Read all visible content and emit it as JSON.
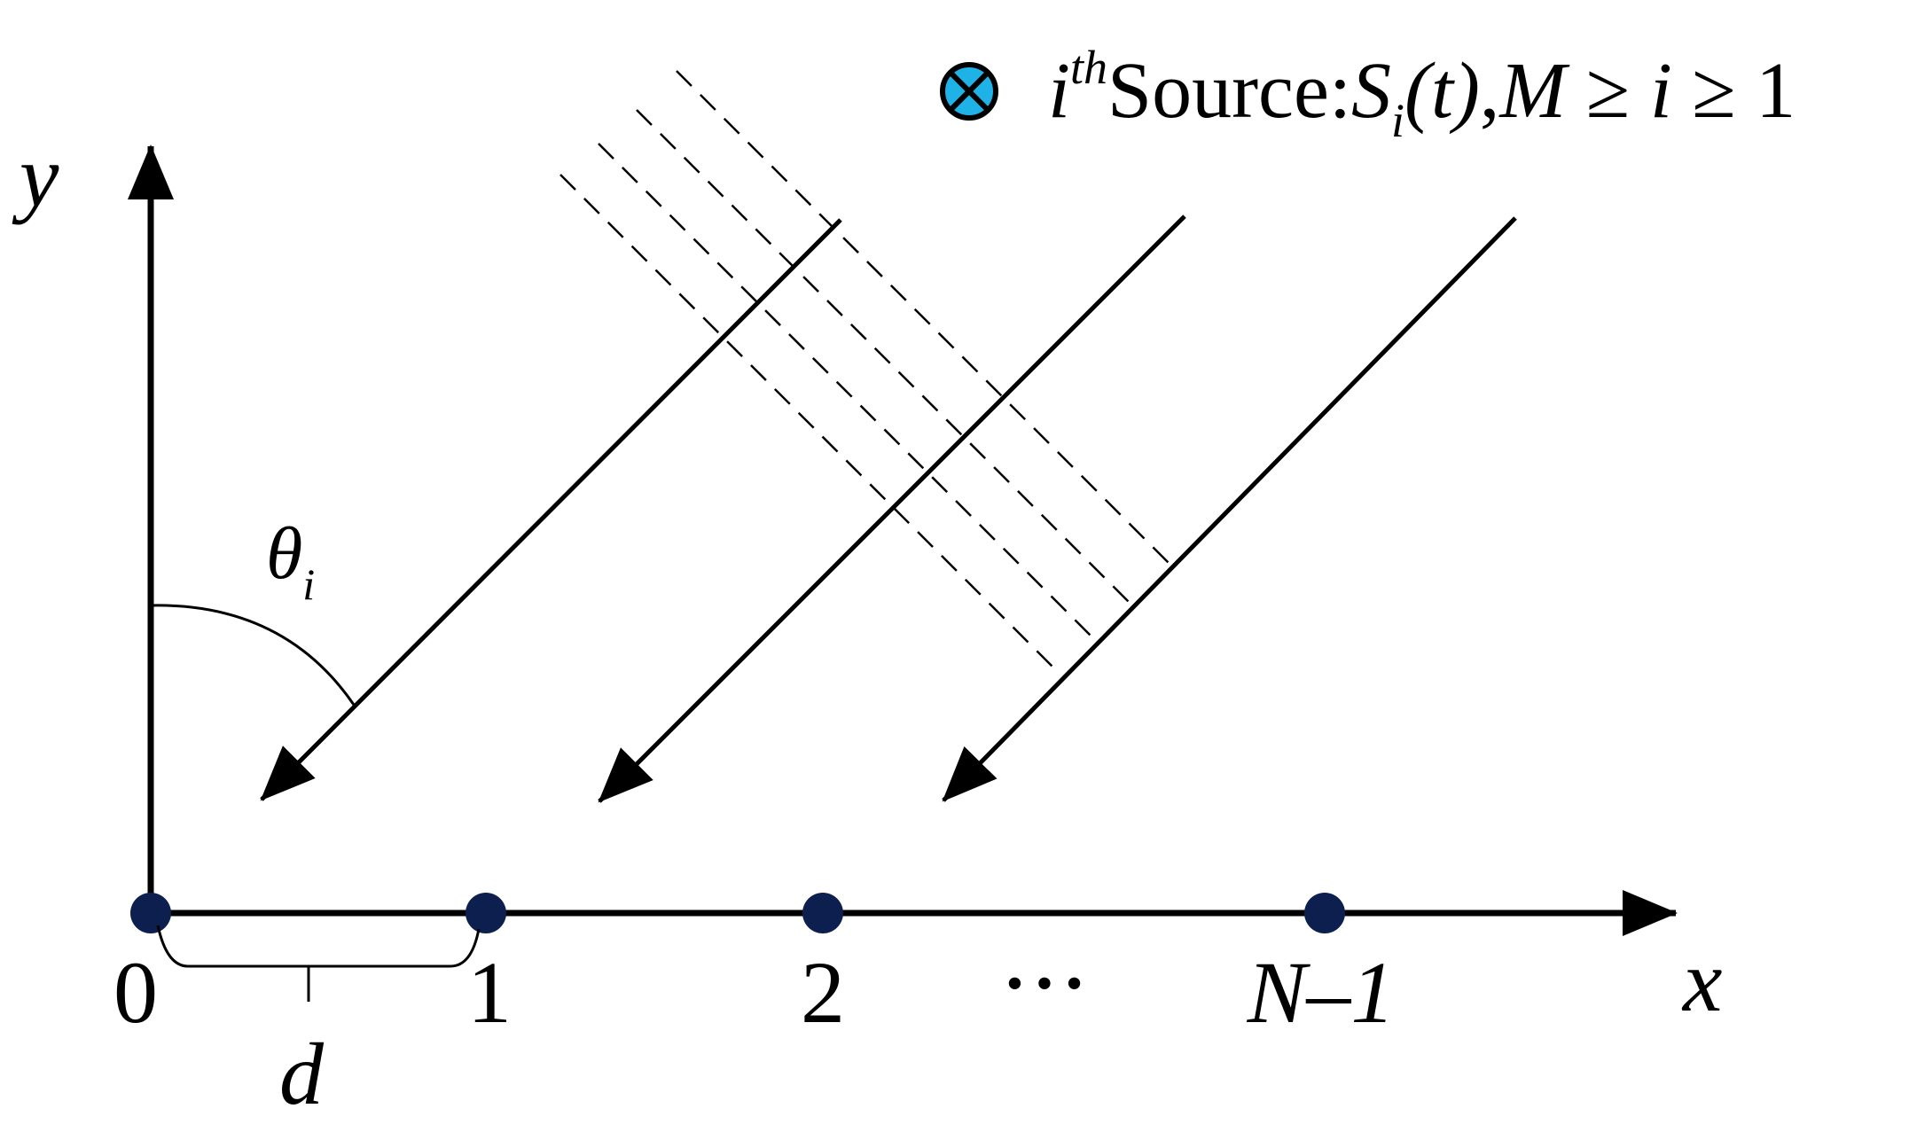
{
  "legend": {
    "marker_fill": "#1fb2e6",
    "i_symbol": "i",
    "superscript": "th",
    "word": "Source:",
    "signal": "S",
    "signal_subscript": "i",
    "argument": "(t)",
    "condition_sep": ",",
    "condition_var": "M",
    "relation_1": " ≥ ",
    "condition_index": "i",
    "relation_2": " ≥ 1"
  },
  "axes": {
    "x_label": "x",
    "y_label": "y"
  },
  "angle": {
    "symbol": "θ",
    "subscript": "i"
  },
  "sensors": {
    "color": "#0d1f4f",
    "labels": [
      "0",
      "1",
      "2",
      "N–1"
    ],
    "ellipsis": "• • •"
  },
  "spacing": {
    "label": "d"
  }
}
